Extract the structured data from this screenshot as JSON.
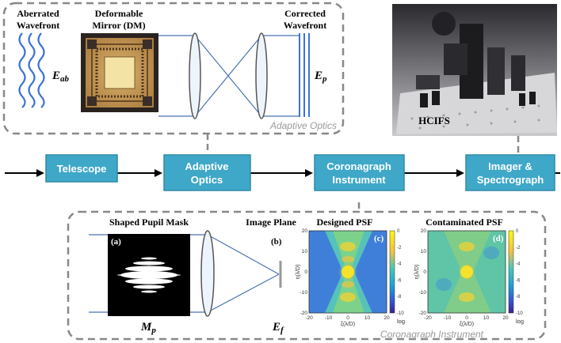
{
  "colors": {
    "box_fill": "#3fa8c8",
    "box_stroke": "#2e8aa8",
    "panel_border": "#888888",
    "line_blue": "#4a72b0",
    "panel_label": "#9a9a9a"
  },
  "flow": {
    "telescope": "Telescope",
    "ao_line1": "Adaptive",
    "ao_line2": "Optics",
    "coro_line1": "Coronagraph",
    "coro_line2": "Instrument",
    "imager_line1": "Imager &",
    "imager_line2": "Spectrograph"
  },
  "ao_panel": {
    "aberrated_1": "Aberrated",
    "aberrated_2": "Wavefront",
    "dm_1": "Deformable",
    "dm_2": "Mirror (DM)",
    "corrected_1": "Corrected",
    "corrected_2": "Wavefront",
    "e_ab_main": "E",
    "e_ab_sub": "ab",
    "e_p_main": "E",
    "e_p_sub": "p",
    "panel_label": "Adaptive Optics"
  },
  "photo": {
    "label": "HCIFS"
  },
  "coro_panel": {
    "shaped_pupil": "Shaped Pupil Mask",
    "image_plane": "Image Plane",
    "designed_psf": "Designed PSF",
    "contaminated_psf": "Contaminated PSF",
    "tag_a": "(a)",
    "tag_b": "(b)",
    "tag_c": "(c)",
    "tag_d": "(d)",
    "m_main": "M",
    "m_sub": "p",
    "e_main": "E",
    "e_sub": "f",
    "panel_label": "Coronagraph Instrument"
  },
  "psf_plot": {
    "xlabel": "ξ(λ/D)",
    "ylabel": "η(λ/D)",
    "xticks": [
      "-20",
      "-10",
      "0",
      "10",
      "20"
    ],
    "yticks": [
      "-20",
      "-10",
      "0",
      "10",
      "20"
    ],
    "colorbar_ticks": [
      "0",
      "-2",
      "-4",
      "-6",
      "-8",
      "-10"
    ],
    "colorbar_label": "log"
  }
}
